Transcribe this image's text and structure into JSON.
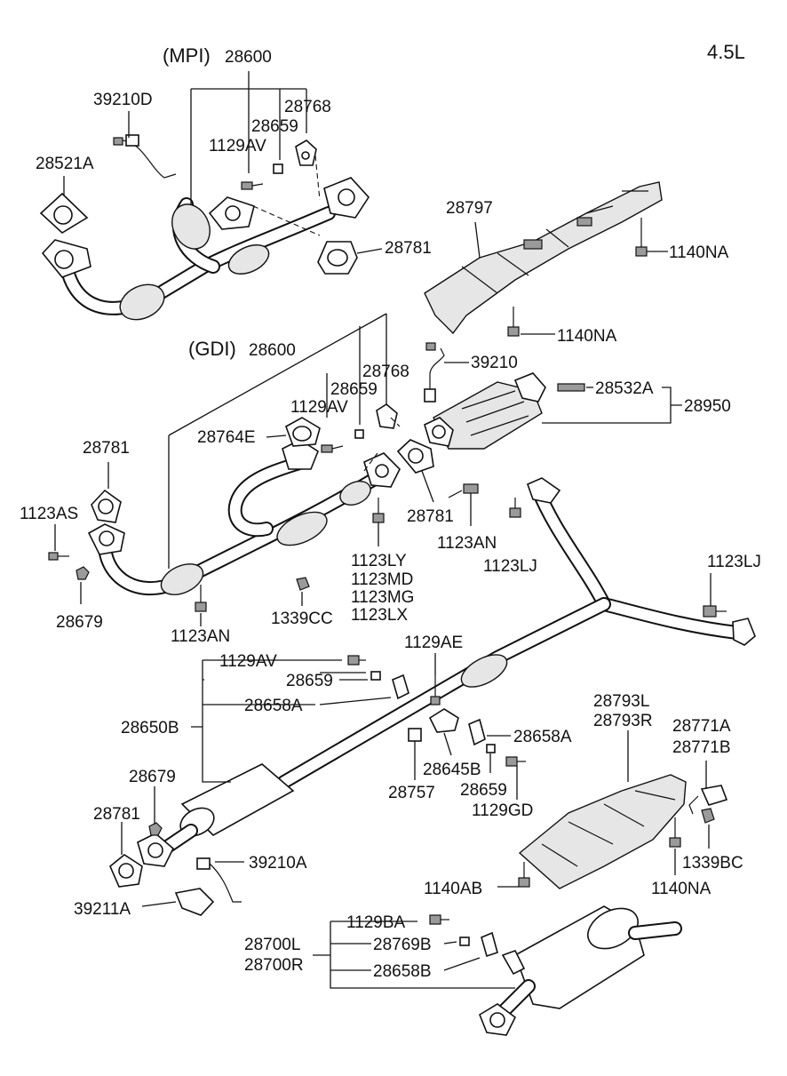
{
  "engine": "4.5L",
  "labels": {
    "mpi_header": "(MPI)",
    "mpi_28600": "28600",
    "mpi_39210D": "39210D",
    "mpi_28768": "28768",
    "mpi_28659": "28659",
    "mpi_1129AV": "1129AV",
    "mpi_28521A": "28521A",
    "mpi_28781": "28781",
    "c_28797": "28797",
    "c_1140NA_a": "1140NA",
    "c_1140NA_b": "1140NA",
    "gdi_header": "(GDI)",
    "gdi_28600": "28600",
    "gdi_28768": "28768",
    "gdi_28659": "28659",
    "gdi_1129AV": "1129AV",
    "gdi_28764E": "28764E",
    "gdi_28781a": "28781",
    "gdi_1123AS": "1123AS",
    "gdi_28679": "28679",
    "gdi_1123AN_a": "1123AN",
    "gdi_1339CC": "1339CC",
    "gdi_1123LY": "1123LY",
    "gdi_1123MD": "1123MD",
    "gdi_1123MG": "1123MG",
    "gdi_1123LX": "1123LX",
    "gdi_28781b": "28781",
    "gdi_1123AN_b": "1123AN",
    "gdi_1123LJ_a": "1123LJ",
    "gdi_39210": "39210",
    "gdi_28532A": "28532A",
    "gdi_28950": "28950",
    "y_1123LJ_b": "1123LJ",
    "m_1129AE": "1129AE",
    "m_1129AV": "1129AV",
    "m_28659": "28659",
    "m_28658A_a": "28658A",
    "m_28650B": "28650B",
    "m_28658A_b": "28658A",
    "m_28645B": "28645B",
    "m_28757": "28757",
    "m_28659_b": "28659",
    "m_1129GD": "1129GD",
    "m_28793L": "28793L",
    "m_28793R": "28793R",
    "m_28771A": "28771A",
    "m_28771B": "28771B",
    "m_1339BC": "1339BC",
    "m_1140AB": "1140AB",
    "m_1140NA": "1140NA",
    "m_28679": "28679",
    "m_28781": "28781",
    "m_39210A": "39210A",
    "m_39211A": "39211A",
    "r_1129BA": "1129BA",
    "r_28769B": "28769B",
    "r_28658B": "28658B",
    "r_28700L": "28700L",
    "r_28700R": "28700R"
  }
}
